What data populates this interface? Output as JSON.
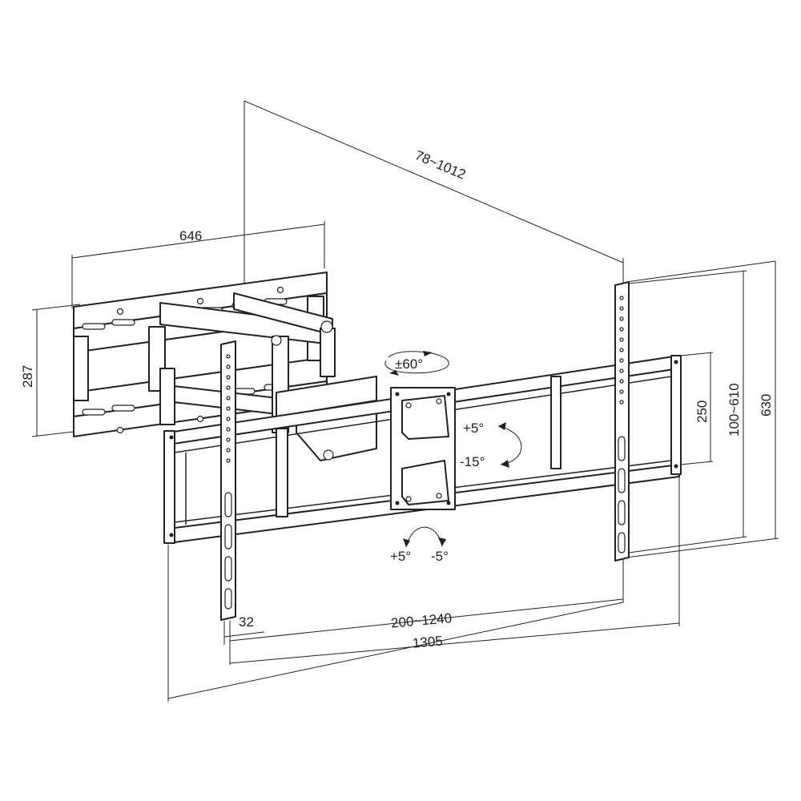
{
  "colors": {
    "line": "#222222",
    "background": "#ffffff"
  },
  "dimensions": {
    "arm_extension": "78~1012",
    "wall_plate_width": "646",
    "wall_plate_height": "287",
    "swivel": "±60°",
    "tilt_up": "+5°",
    "tilt_down": "-15°",
    "level_plus": "+5°",
    "level_minus": "-5°",
    "bracket_width": "32",
    "horizontal_vesa": "200~1240",
    "overall_width": "1305",
    "vertical_vesa": "100~610",
    "frame_height": "250",
    "overall_height": "630"
  }
}
